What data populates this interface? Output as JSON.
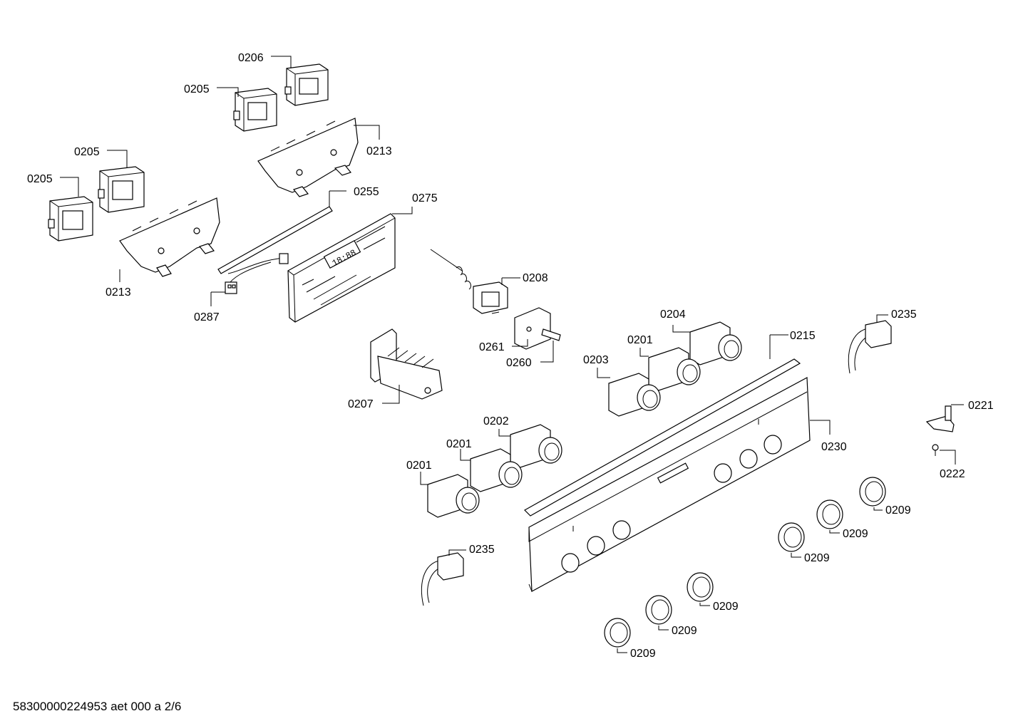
{
  "diagram": {
    "labels": {
      "l0206": "0206",
      "l0205a": "0205",
      "l0213a": "0213",
      "l0205b": "0205",
      "l0205c": "0205",
      "l0255": "0255",
      "l0275": "0275",
      "l0213b": "0213",
      "l0287": "0287",
      "l0208": "0208",
      "l0261": "0261",
      "l0260": "0260",
      "l0207": "0207",
      "l0204": "0204",
      "l0201a": "0201",
      "l0215": "0215",
      "l0235a": "0235",
      "l0203": "0203",
      "l0221": "0221",
      "l0222": "0222",
      "l0230": "0230",
      "l0202": "0202",
      "l0201b": "0201",
      "l0201c": "0201",
      "l0209a": "0209",
      "l0209b": "0209",
      "l0209c": "0209",
      "l0235b": "0235",
      "l0209d": "0209",
      "l0209e": "0209",
      "l0209f": "0209"
    },
    "display_text": "18:88"
  },
  "footer": {
    "code": "58300000224953 aet 000 a 2/6"
  }
}
